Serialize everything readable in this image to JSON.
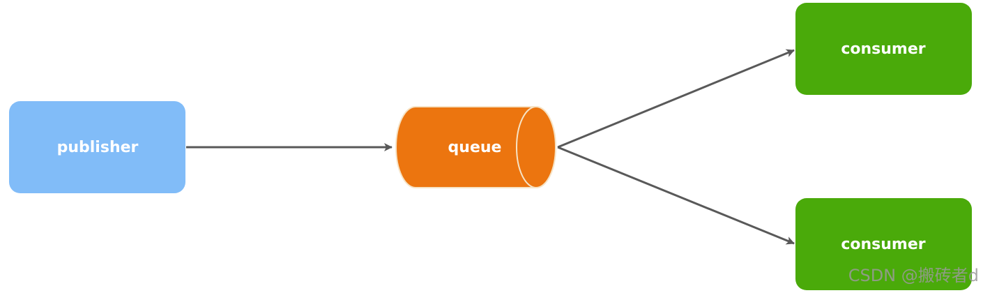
{
  "diagram": {
    "publisher": {
      "label": "publisher",
      "color": "#81BCF8"
    },
    "queue": {
      "label": "queue",
      "color": "#EC750F",
      "rim": "#F6E3C5"
    },
    "consumers": [
      {
        "label": "consumer",
        "color": "#4AAA0A"
      },
      {
        "label": "consumer",
        "color": "#4AAA0A"
      }
    ],
    "edges": [
      {
        "from": "publisher",
        "to": "queue"
      },
      {
        "from": "queue",
        "to": "consumer-1"
      },
      {
        "from": "queue",
        "to": "consumer-2"
      }
    ],
    "arrow_color": "#595959"
  },
  "watermark": "CSDN @搬砖者d"
}
